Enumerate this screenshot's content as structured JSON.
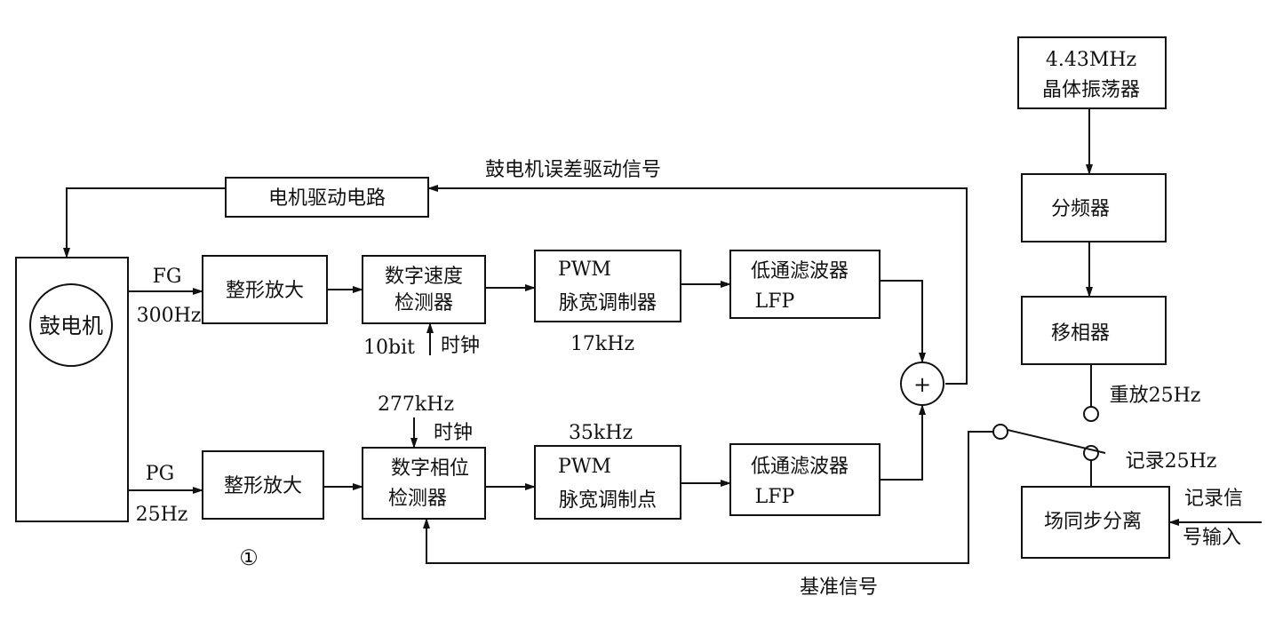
{
  "diagram": {
    "blocks": {
      "drum_motor": "鼓电机",
      "motor_drive": "电机驱动电路",
      "shape_amp_fg": "整形放大",
      "speed_detector": [
        "数字速度",
        "检测器"
      ],
      "pwm_speed": [
        "PWM",
        "脉宽调制器"
      ],
      "lpf_speed": [
        "低通滤波器",
        "LFP"
      ],
      "shape_amp_pg": "整形放大",
      "phase_detector": [
        "数字相位",
        "检测器"
      ],
      "pwm_phase": [
        "PWM",
        "脉宽调制点"
      ],
      "lpf_phase": [
        "低通滤波器",
        "LFP"
      ],
      "crystal_osc": [
        "4.43MHz",
        "晶体振荡器"
      ],
      "divider": "分频器",
      "phase_shifter": "移相器",
      "field_sync_sep": "场同步分离"
    },
    "labels": {
      "error_signal": "鼓电机误差驱动信号",
      "fg": "FG",
      "fg_freq": "300Hz",
      "pg": "PG",
      "pg_freq": "25Hz",
      "speed_clock_bits": "10bit",
      "speed_clock": "时钟",
      "pwm_speed_freq": "17kHz",
      "phase_clock_freq": "277kHz",
      "phase_clock": "时钟",
      "pwm_phase_freq": "35kHz",
      "summer": "+",
      "playback": "重放25Hz",
      "record": "记录25Hz",
      "record_input": [
        "记录信",
        "号输入"
      ],
      "reference": "基准信号",
      "figure_no": "①"
    }
  }
}
